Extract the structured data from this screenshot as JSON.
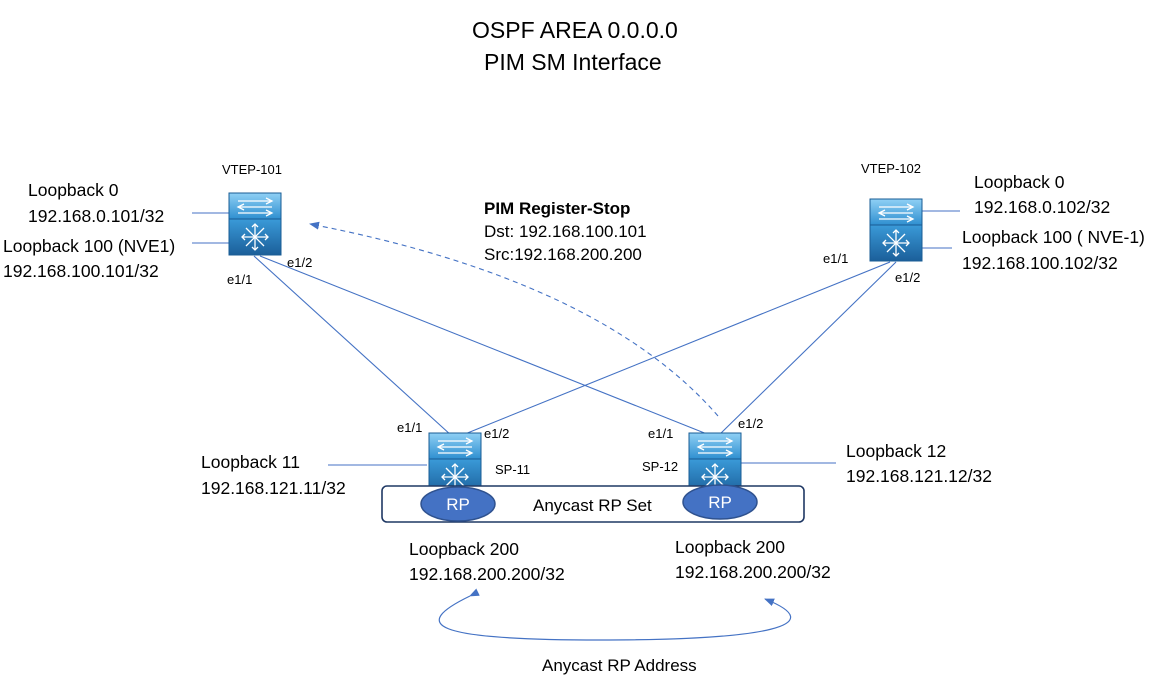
{
  "title": {
    "line1": "OSPF AREA 0.0.0.0",
    "line2": "PIM SM Interface"
  },
  "nodes": {
    "vtep101": {
      "name": "VTEP-101",
      "loopback0_name": "Loopback 0",
      "loopback0_ip": "192.168.0.101/32",
      "loopback100_name": "Loopback 100 (NVE1)",
      "loopback100_ip": "192.168.100.101/32",
      "port_e11": "e1/1",
      "port_e12": "e1/2"
    },
    "vtep102": {
      "name": "VTEP-102",
      "loopback0_name": "Loopback 0",
      "loopback0_ip": "192.168.0.102/32",
      "loopback100_name": "Loopback 100 ( NVE-1)",
      "loopback100_ip": "192.168.100.102/32",
      "port_e11": "e1/1",
      "port_e12": "e1/2"
    },
    "sp11": {
      "name": "SP-11",
      "loopback_name": "Loopback 11",
      "loopback_ip": "192.168.121.11/32",
      "port_e11": "e1/1",
      "port_e12": "e1/2",
      "rp": "RP",
      "loopback200_name": "Loopback 200",
      "loopback200_ip": "192.168.200.200/32"
    },
    "sp12": {
      "name": "SP-12",
      "loopback_name": "Loopback 12",
      "loopback_ip": "192.168.121.12/32",
      "port_e11": "e1/1",
      "port_e12": "e1/2",
      "rp": "RP",
      "loopback200_name": "Loopback 200",
      "loopback200_ip": "192.168.200.200/32"
    }
  },
  "register_stop": {
    "heading": "PIM Register-Stop",
    "dst": "Dst: 192.168.100.101",
    "src": "Src:192.168.200.200"
  },
  "anycast": {
    "rp_set": "Anycast RP Set",
    "address": "Anycast RP Address"
  },
  "colors": {
    "link": "#4472c4",
    "switch_light": "#5aa9e6",
    "switch_dark": "#1f6fb0",
    "rp_fill": "#4472c4",
    "rp_border": "#2f528f"
  },
  "icons": {
    "switch": "nexus-switch-icon"
  }
}
